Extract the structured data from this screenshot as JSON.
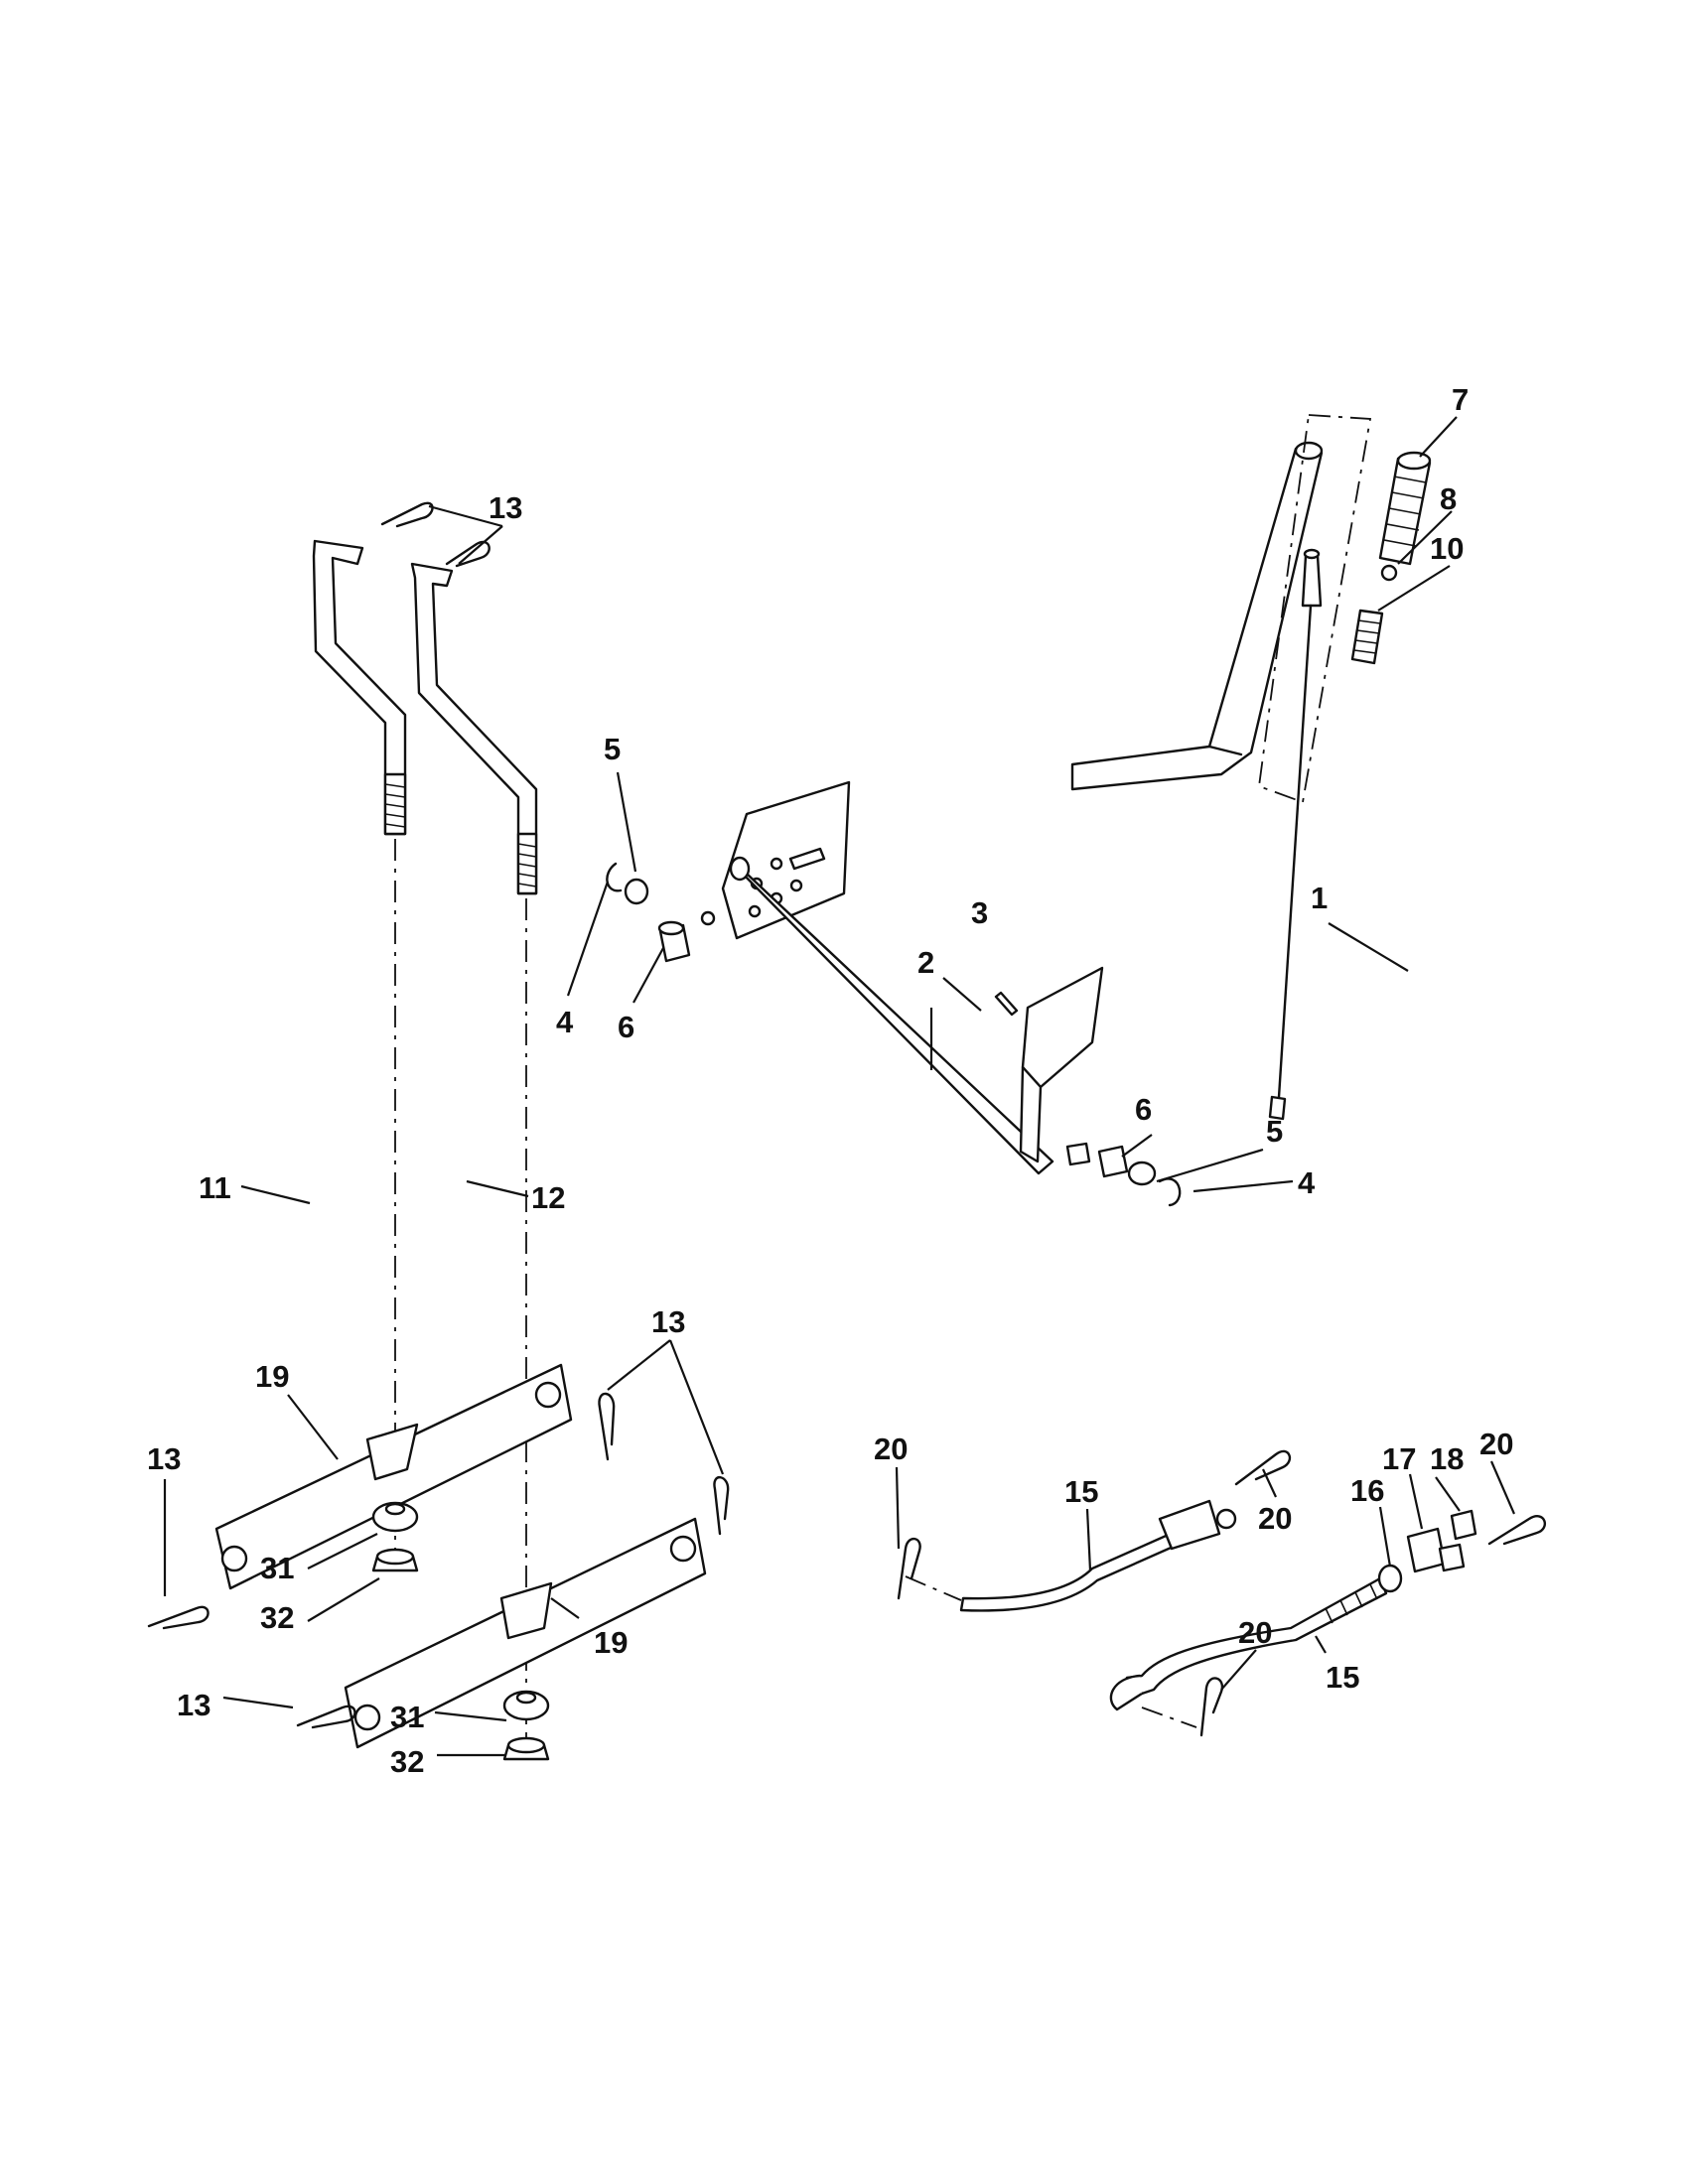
{
  "callouts": [
    {
      "id": "c1",
      "text": "1"
    },
    {
      "id": "c2",
      "text": "2"
    },
    {
      "id": "c3",
      "text": "3"
    },
    {
      "id": "c4a",
      "text": "4"
    },
    {
      "id": "c4b",
      "text": "4"
    },
    {
      "id": "c5a",
      "text": "5"
    },
    {
      "id": "c5b",
      "text": "5"
    },
    {
      "id": "c6a",
      "text": "6"
    },
    {
      "id": "c6b",
      "text": "6"
    },
    {
      "id": "c7",
      "text": "7"
    },
    {
      "id": "c8",
      "text": "8"
    },
    {
      "id": "c10",
      "text": "10"
    },
    {
      "id": "c11",
      "text": "11"
    },
    {
      "id": "c12",
      "text": "12"
    },
    {
      "id": "c13a",
      "text": "13"
    },
    {
      "id": "c13b",
      "text": "13"
    },
    {
      "id": "c13c",
      "text": "13"
    },
    {
      "id": "c13d",
      "text": "13"
    },
    {
      "id": "c15a",
      "text": "15"
    },
    {
      "id": "c15b",
      "text": "15"
    },
    {
      "id": "c16",
      "text": "16"
    },
    {
      "id": "c17",
      "text": "17"
    },
    {
      "id": "c18",
      "text": "18"
    },
    {
      "id": "c19a",
      "text": "19"
    },
    {
      "id": "c19b",
      "text": "19"
    },
    {
      "id": "c20a",
      "text": "20"
    },
    {
      "id": "c20b",
      "text": "20"
    },
    {
      "id": "c20c",
      "text": "20"
    },
    {
      "id": "c20d",
      "text": "20"
    },
    {
      "id": "c31a",
      "text": "31"
    },
    {
      "id": "c31b",
      "text": "31"
    },
    {
      "id": "c32a",
      "text": "32"
    },
    {
      "id": "c32b",
      "text": "32"
    }
  ]
}
